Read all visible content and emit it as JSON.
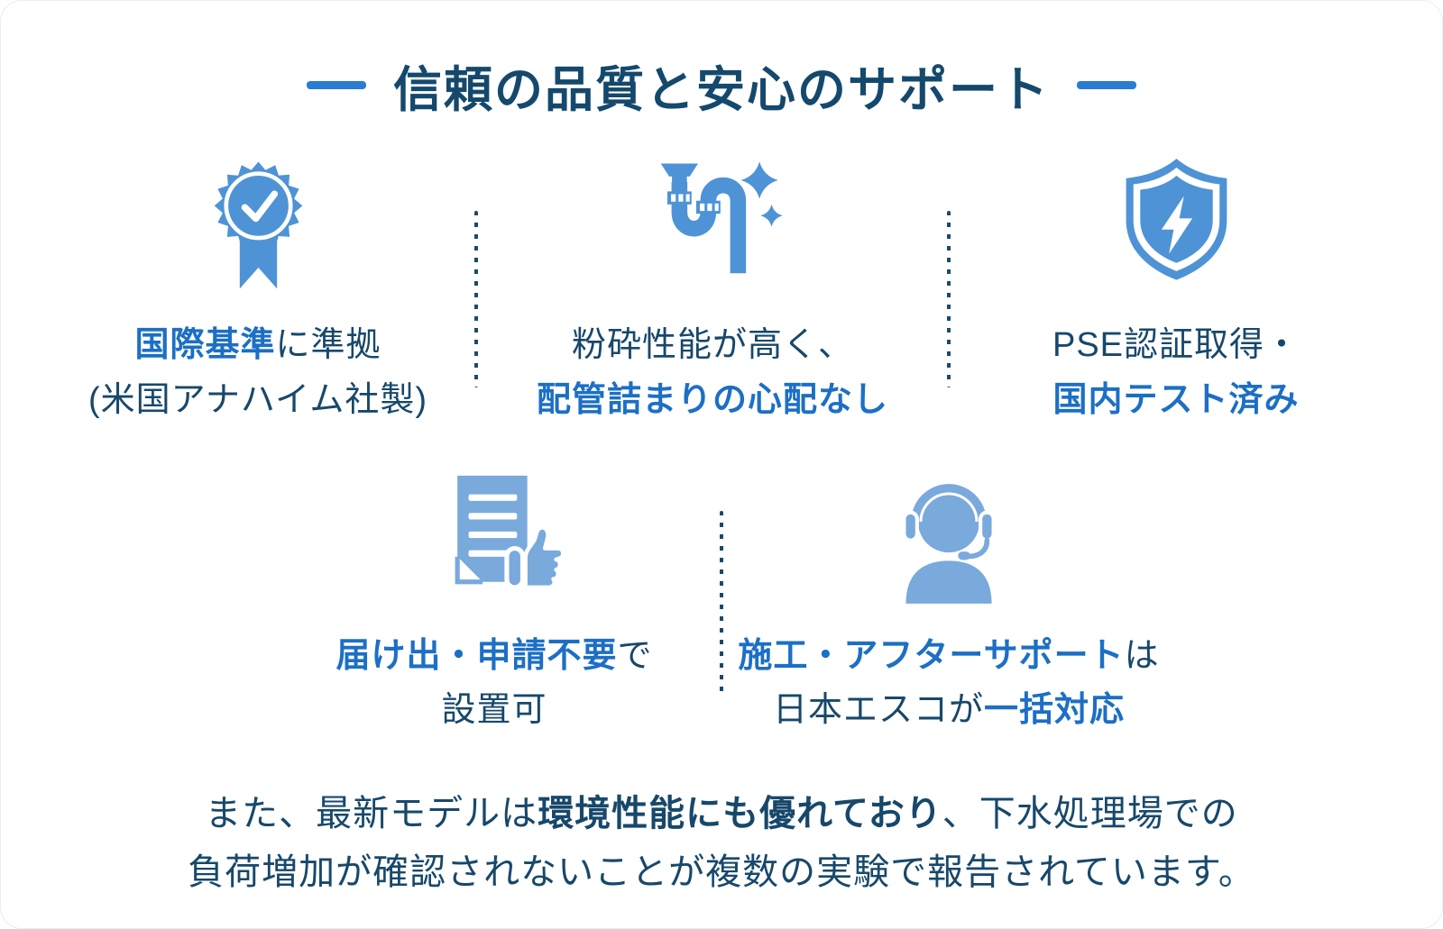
{
  "title": {
    "text": "信頼の品質と安心のサポート"
  },
  "colors": {
    "navy": "#17486b",
    "accent_blue": "#1c6fc5",
    "icon_blue": "#4e93d6",
    "icon_blue_light": "#7aa9dc",
    "title_navy": "#14496d",
    "title_dash_blue": "#2b7cd3",
    "divider_navy": "#1b4a6b"
  },
  "features": [
    {
      "icon": "award-medal-check-icon",
      "line1": [
        {
          "text": "国際基準",
          "color": "blue"
        },
        {
          "text": "に準拠",
          "color": "navy"
        }
      ],
      "line2": [
        {
          "text": "(米国アナハイム社製)",
          "color": "navy"
        }
      ]
    },
    {
      "icon": "drain-pipe-sparkle-icon",
      "line1": [
        {
          "text": "粉砕性能が高く、",
          "color": "navy"
        }
      ],
      "line2": [
        {
          "text": "配管詰まりの心配なし",
          "color": "blue"
        }
      ]
    },
    {
      "icon": "shield-lightning-icon",
      "line1": [
        {
          "text": "PSE認証取得・",
          "color": "navy"
        }
      ],
      "line2": [
        {
          "text": "国内テスト済み",
          "color": "blue"
        }
      ]
    },
    {
      "icon": "document-thumbs-up-icon",
      "line1": [
        {
          "text": "届け出・申請不要",
          "color": "blue"
        },
        {
          "text": "で",
          "color": "navy"
        }
      ],
      "line2": [
        {
          "text": "設置可",
          "color": "navy"
        }
      ]
    },
    {
      "icon": "headset-support-person-icon",
      "line1": [
        {
          "text": "施工・アフターサポート",
          "color": "blue"
        },
        {
          "text": "は",
          "color": "navy"
        }
      ],
      "line2": [
        {
          "text": "日本エスコが",
          "color": "navy"
        },
        {
          "text": "一括対応",
          "color": "blue"
        }
      ]
    }
  ],
  "footer": {
    "line1": [
      {
        "text": "また、最新モデルは",
        "color": "navy"
      },
      {
        "text": "環境性能にも優れており",
        "color": "navy-bold"
      },
      {
        "text": "、下水処理場での",
        "color": "navy"
      }
    ],
    "line2": [
      {
        "text": "負荷増加が確認されないことが複数の実験で報告されています。",
        "color": "navy"
      }
    ]
  }
}
